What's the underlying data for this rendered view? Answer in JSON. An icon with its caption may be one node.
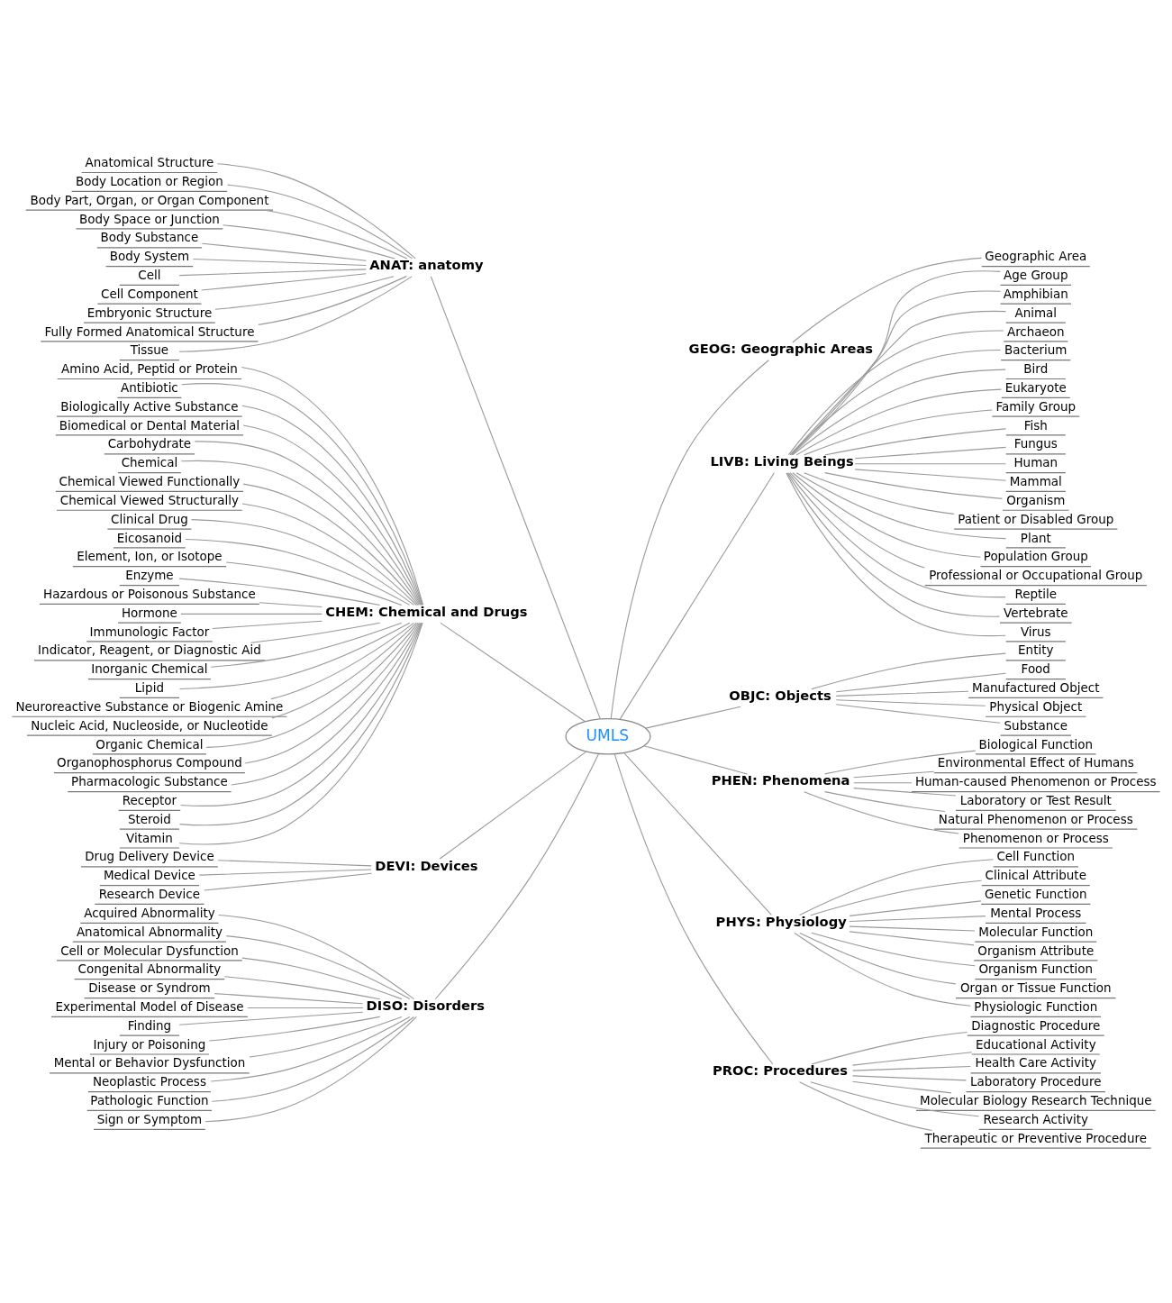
{
  "diagram": {
    "nodes": [
      {
        "text": [
          "UMLS"
        ]
      },
      {
        "text": [
          "ANAT: anatomy"
        ]
      },
      {
        "text": [
          "Anatomical Structure"
        ]
      },
      {
        "text": [
          "Body Location or Region"
        ]
      },
      {
        "text": [
          "Body Part, Organ, or Organ Component"
        ]
      },
      {
        "text": [
          "Body Space or Junction"
        ]
      },
      {
        "text": [
          "Body Substance"
        ]
      },
      {
        "text": [
          "Body System"
        ]
      },
      {
        "text": [
          "Cell"
        ]
      },
      {
        "text": [
          "Cell Component"
        ]
      },
      {
        "text": [
          "Embryonic Structure"
        ]
      },
      {
        "text": [
          "Fully Formed Anatomical Structure"
        ]
      },
      {
        "text": [
          "Tissue"
        ]
      },
      {
        "text": [
          "CHEM: Chemical and Drugs"
        ]
      },
      {
        "text": [
          "Amino Acid, Peptid or Protein"
        ]
      },
      {
        "text": [
          "Antibiotic"
        ]
      },
      {
        "text": [
          "Biologically Active Substance"
        ]
      },
      {
        "text": [
          "Biomedical or Dental Material"
        ]
      },
      {
        "text": [
          "Carbohydrate"
        ]
      },
      {
        "text": [
          "Chemical"
        ]
      },
      {
        "text": [
          "Chemical Viewed Functionally"
        ]
      },
      {
        "text": [
          "Chemical Viewed Structurally"
        ]
      },
      {
        "text": [
          "Clinical Drug"
        ]
      },
      {
        "text": [
          "Eicosanoid"
        ]
      },
      {
        "text": [
          "Element, Ion, or Isotope"
        ]
      },
      {
        "text": [
          "Enzyme"
        ]
      },
      {
        "text": [
          "Hazardous or Poisonous Substance"
        ]
      },
      {
        "text": [
          "Hormone"
        ]
      },
      {
        "text": [
          "Immunologic Factor"
        ]
      },
      {
        "text": [
          "Indicator, Reagent, or Diagnostic Aid"
        ]
      },
      {
        "text": [
          "Inorganic Chemical"
        ]
      },
      {
        "text": [
          "Lipid"
        ]
      },
      {
        "text": [
          "Neuroreactive Substance or Biogenic Amine"
        ]
      },
      {
        "text": [
          "Nucleic Acid, Nucleoside, or Nucleotide"
        ]
      },
      {
        "text": [
          "Organic Chemical"
        ]
      },
      {
        "text": [
          "Organophosphorus Compound"
        ]
      },
      {
        "text": [
          "Pharmacologic Substance"
        ]
      },
      {
        "text": [
          "Receptor"
        ]
      },
      {
        "text": [
          "Steroid"
        ]
      },
      {
        "text": [
          "Vitamin"
        ]
      },
      {
        "text": [
          "DEVI: Devices"
        ]
      },
      {
        "text": [
          "Drug Delivery Device"
        ]
      },
      {
        "text": [
          "Medical Device"
        ]
      },
      {
        "text": [
          "Research Device"
        ]
      },
      {
        "text": [
          "DISO: Disorders"
        ]
      },
      {
        "text": [
          "Acquired Abnormality"
        ]
      },
      {
        "text": [
          "Anatomical Abnormality"
        ]
      },
      {
        "text": [
          "Cell or Molecular Dysfunction"
        ]
      },
      {
        "text": [
          "Congenital Abnormality"
        ]
      },
      {
        "text": [
          "Disease or Syndrom"
        ]
      },
      {
        "text": [
          "Experimental Model of Disease"
        ]
      },
      {
        "text": [
          "Finding"
        ]
      },
      {
        "text": [
          "Injury or Poisoning"
        ]
      },
      {
        "text": [
          "Mental or Behavior Dysfunction"
        ]
      },
      {
        "text": [
          "Neoplastic Process"
        ]
      },
      {
        "text": [
          "Pathologic Function"
        ]
      },
      {
        "text": [
          "Sign or Symptom"
        ]
      },
      {
        "text": [
          "GEOG: Geographic Areas"
        ]
      },
      {
        "text": [
          "Geographic Area"
        ]
      },
      {
        "text": [
          "LIVB: Living Beings"
        ]
      },
      {
        "text": [
          "Age Group"
        ]
      },
      {
        "text": [
          "Amphibian"
        ]
      },
      {
        "text": [
          "Animal"
        ]
      },
      {
        "text": [
          "Archaeon"
        ]
      },
      {
        "text": [
          "Bacterium"
        ]
      },
      {
        "text": [
          "Bird"
        ]
      },
      {
        "text": [
          "Eukaryote"
        ]
      },
      {
        "text": [
          "Family Group"
        ]
      },
      {
        "text": [
          "Fish"
        ]
      },
      {
        "text": [
          "Fungus"
        ]
      },
      {
        "text": [
          "Human"
        ]
      },
      {
        "text": [
          "Mammal"
        ]
      },
      {
        "text": [
          "Organism"
        ]
      },
      {
        "text": [
          "Patient or Disabled Group"
        ]
      },
      {
        "text": [
          "Plant"
        ]
      },
      {
        "text": [
          "Population Group"
        ]
      },
      {
        "text": [
          "Professional or Occupational Group"
        ]
      },
      {
        "text": [
          "Reptile"
        ]
      },
      {
        "text": [
          "Vertebrate"
        ]
      },
      {
        "text": [
          "Virus"
        ]
      },
      {
        "text": [
          "OBJC: Objects"
        ]
      },
      {
        "text": [
          "Entity"
        ]
      },
      {
        "text": [
          "Food"
        ]
      },
      {
        "text": [
          "Manufactured Object"
        ]
      },
      {
        "text": [
          "Physical Object"
        ]
      },
      {
        "text": [
          "Substance"
        ]
      },
      {
        "text": [
          "PHEN: Phenomena"
        ]
      },
      {
        "text": [
          "Biological Function"
        ]
      },
      {
        "text": [
          "Environmental Effect of Humans"
        ]
      },
      {
        "text": [
          "Human-caused Phenomenon or Process"
        ]
      },
      {
        "text": [
          "Laboratory or Test Result"
        ]
      },
      {
        "text": [
          "Natural Phenomenon or Process"
        ]
      },
      {
        "text": [
          "Phenomenon or Process"
        ]
      },
      {
        "text": [
          "PHYS: Physiology"
        ]
      },
      {
        "text": [
          "Cell Function"
        ]
      },
      {
        "text": [
          "Clinical Attribute"
        ]
      },
      {
        "text": [
          "Genetic Function"
        ]
      },
      {
        "text": [
          "Mental Process"
        ]
      },
      {
        "text": [
          "Molecular Function"
        ]
      },
      {
        "text": [
          "Organism Attribute"
        ]
      },
      {
        "text": [
          "Organism Function"
        ]
      },
      {
        "text": [
          "Organ or Tissue Function"
        ]
      },
      {
        "text": [
          "Physiologic Function"
        ]
      },
      {
        "text": [
          "PROC: Procedures"
        ]
      },
      {
        "text": [
          "Diagnostic Procedure"
        ]
      },
      {
        "text": [
          "Educational Activity"
        ]
      },
      {
        "text": [
          "Health Care Activity"
        ]
      },
      {
        "text": [
          "Laboratory Procedure"
        ]
      },
      {
        "text": [
          "Molecular Biology Research Technique"
        ]
      },
      {
        "text": [
          "Research Activity"
        ]
      },
      {
        "text": [
          "Therapeutic or Preventive Procedure"
        ]
      }
    ],
    "edges": [
      {
        "from": 0,
        "to": 1,
        "arrow": "none"
      },
      {
        "from": 0,
        "to": 13,
        "arrow": "none"
      },
      {
        "from": 0,
        "to": 40,
        "arrow": "none"
      },
      {
        "from": 0,
        "to": 44,
        "arrow": "none"
      },
      {
        "from": 0,
        "to": 57,
        "arrow": "none"
      },
      {
        "from": 0,
        "to": 59,
        "arrow": "none"
      },
      {
        "from": 0,
        "to": 80,
        "arrow": "none"
      },
      {
        "from": 0,
        "to": 86,
        "arrow": "none"
      },
      {
        "from": 0,
        "to": 93,
        "arrow": "none"
      },
      {
        "from": 0,
        "to": 103,
        "arrow": "none"
      },
      {
        "from": 1,
        "to": 2,
        "arrow": "none"
      },
      {
        "from": 1,
        "to": 3,
        "arrow": "none"
      },
      {
        "from": 1,
        "to": 4,
        "arrow": "none"
      },
      {
        "from": 1,
        "to": 5,
        "arrow": "none"
      },
      {
        "from": 1,
        "to": 6,
        "arrow": "none"
      },
      {
        "from": 1,
        "to": 7,
        "arrow": "none"
      },
      {
        "from": 1,
        "to": 8,
        "arrow": "none"
      },
      {
        "from": 1,
        "to": 9,
        "arrow": "none"
      },
      {
        "from": 1,
        "to": 10,
        "arrow": "none"
      },
      {
        "from": 1,
        "to": 11,
        "arrow": "none"
      },
      {
        "from": 1,
        "to": 12,
        "arrow": "none"
      },
      {
        "from": 13,
        "to": 14,
        "arrow": "none"
      },
      {
        "from": 13,
        "to": 15,
        "arrow": "none"
      },
      {
        "from": 13,
        "to": 16,
        "arrow": "none"
      },
      {
        "from": 13,
        "to": 17,
        "arrow": "none"
      },
      {
        "from": 13,
        "to": 18,
        "arrow": "none"
      },
      {
        "from": 13,
        "to": 19,
        "arrow": "none"
      },
      {
        "from": 13,
        "to": 20,
        "arrow": "none"
      },
      {
        "from": 13,
        "to": 21,
        "arrow": "none"
      },
      {
        "from": 13,
        "to": 22,
        "arrow": "none"
      },
      {
        "from": 13,
        "to": 23,
        "arrow": "none"
      },
      {
        "from": 13,
        "to": 24,
        "arrow": "none"
      },
      {
        "from": 13,
        "to": 25,
        "arrow": "none"
      },
      {
        "from": 13,
        "to": 26,
        "arrow": "none"
      },
      {
        "from": 13,
        "to": 27,
        "arrow": "none"
      },
      {
        "from": 13,
        "to": 28,
        "arrow": "none"
      },
      {
        "from": 13,
        "to": 29,
        "arrow": "none"
      },
      {
        "from": 13,
        "to": 30,
        "arrow": "none"
      },
      {
        "from": 13,
        "to": 31,
        "arrow": "none"
      },
      {
        "from": 13,
        "to": 32,
        "arrow": "none"
      },
      {
        "from": 13,
        "to": 33,
        "arrow": "none"
      },
      {
        "from": 13,
        "to": 34,
        "arrow": "none"
      },
      {
        "from": 13,
        "to": 35,
        "arrow": "none"
      },
      {
        "from": 13,
        "to": 36,
        "arrow": "none"
      },
      {
        "from": 13,
        "to": 37,
        "arrow": "none"
      },
      {
        "from": 13,
        "to": 38,
        "arrow": "none"
      },
      {
        "from": 13,
        "to": 39,
        "arrow": "none"
      },
      {
        "from": 40,
        "to": 41,
        "arrow": "none"
      },
      {
        "from": 40,
        "to": 42,
        "arrow": "none"
      },
      {
        "from": 40,
        "to": 43,
        "arrow": "none"
      },
      {
        "from": 44,
        "to": 45,
        "arrow": "none"
      },
      {
        "from": 44,
        "to": 46,
        "arrow": "none"
      },
      {
        "from": 44,
        "to": 47,
        "arrow": "none"
      },
      {
        "from": 44,
        "to": 48,
        "arrow": "none"
      },
      {
        "from": 44,
        "to": 49,
        "arrow": "none"
      },
      {
        "from": 44,
        "to": 50,
        "arrow": "none"
      },
      {
        "from": 44,
        "to": 51,
        "arrow": "none"
      },
      {
        "from": 44,
        "to": 52,
        "arrow": "none"
      },
      {
        "from": 44,
        "to": 53,
        "arrow": "none"
      },
      {
        "from": 44,
        "to": 54,
        "arrow": "none"
      },
      {
        "from": 44,
        "to": 55,
        "arrow": "none"
      },
      {
        "from": 44,
        "to": 56,
        "arrow": "none"
      },
      {
        "from": 57,
        "to": 58,
        "arrow": "none"
      },
      {
        "from": 59,
        "to": 60,
        "arrow": "none"
      },
      {
        "from": 59,
        "to": 61,
        "arrow": "none"
      },
      {
        "from": 59,
        "to": 62,
        "arrow": "none"
      },
      {
        "from": 59,
        "to": 63,
        "arrow": "none"
      },
      {
        "from": 59,
        "to": 64,
        "arrow": "none"
      },
      {
        "from": 59,
        "to": 65,
        "arrow": "none"
      },
      {
        "from": 59,
        "to": 66,
        "arrow": "none"
      },
      {
        "from": 59,
        "to": 67,
        "arrow": "none"
      },
      {
        "from": 59,
        "to": 68,
        "arrow": "none"
      },
      {
        "from": 59,
        "to": 69,
        "arrow": "none"
      },
      {
        "from": 59,
        "to": 70,
        "arrow": "none"
      },
      {
        "from": 59,
        "to": 71,
        "arrow": "none"
      },
      {
        "from": 59,
        "to": 72,
        "arrow": "none"
      },
      {
        "from": 59,
        "to": 73,
        "arrow": "none"
      },
      {
        "from": 59,
        "to": 74,
        "arrow": "none"
      },
      {
        "from": 59,
        "to": 75,
        "arrow": "none"
      },
      {
        "from": 59,
        "to": 76,
        "arrow": "none"
      },
      {
        "from": 59,
        "to": 77,
        "arrow": "none"
      },
      {
        "from": 59,
        "to": 78,
        "arrow": "none"
      },
      {
        "from": 59,
        "to": 79,
        "arrow": "none"
      },
      {
        "from": 80,
        "to": 81,
        "arrow": "none"
      },
      {
        "from": 80,
        "to": 82,
        "arrow": "none"
      },
      {
        "from": 80,
        "to": 83,
        "arrow": "none"
      },
      {
        "from": 80,
        "to": 84,
        "arrow": "none"
      },
      {
        "from": 80,
        "to": 85,
        "arrow": "none"
      },
      {
        "from": 86,
        "to": 87,
        "arrow": "none"
      },
      {
        "from": 86,
        "to": 88,
        "arrow": "none"
      },
      {
        "from": 86,
        "to": 89,
        "arrow": "none"
      },
      {
        "from": 86,
        "to": 90,
        "arrow": "none"
      },
      {
        "from": 86,
        "to": 91,
        "arrow": "none"
      },
      {
        "from": 86,
        "to": 92,
        "arrow": "none"
      },
      {
        "from": 93,
        "to": 94,
        "arrow": "none"
      },
      {
        "from": 93,
        "to": 95,
        "arrow": "none"
      },
      {
        "from": 93,
        "to": 96,
        "arrow": "none"
      },
      {
        "from": 93,
        "to": 97,
        "arrow": "none"
      },
      {
        "from": 93,
        "to": 98,
        "arrow": "none"
      },
      {
        "from": 93,
        "to": 99,
        "arrow": "none"
      },
      {
        "from": 93,
        "to": 100,
        "arrow": "none"
      },
      {
        "from": 93,
        "to": 101,
        "arrow": "none"
      },
      {
        "from": 93,
        "to": 102,
        "arrow": "none"
      },
      {
        "from": 103,
        "to": 104,
        "arrow": "none"
      },
      {
        "from": 103,
        "to": 105,
        "arrow": "none"
      },
      {
        "from": 103,
        "to": 106,
        "arrow": "none"
      },
      {
        "from": 103,
        "to": 107,
        "arrow": "none"
      },
      {
        "from": 103,
        "to": 108,
        "arrow": "none"
      },
      {
        "from": 103,
        "to": 109,
        "arrow": "none"
      },
      {
        "from": 103,
        "to": 110,
        "arrow": "none"
      }
    ]
  }
}
